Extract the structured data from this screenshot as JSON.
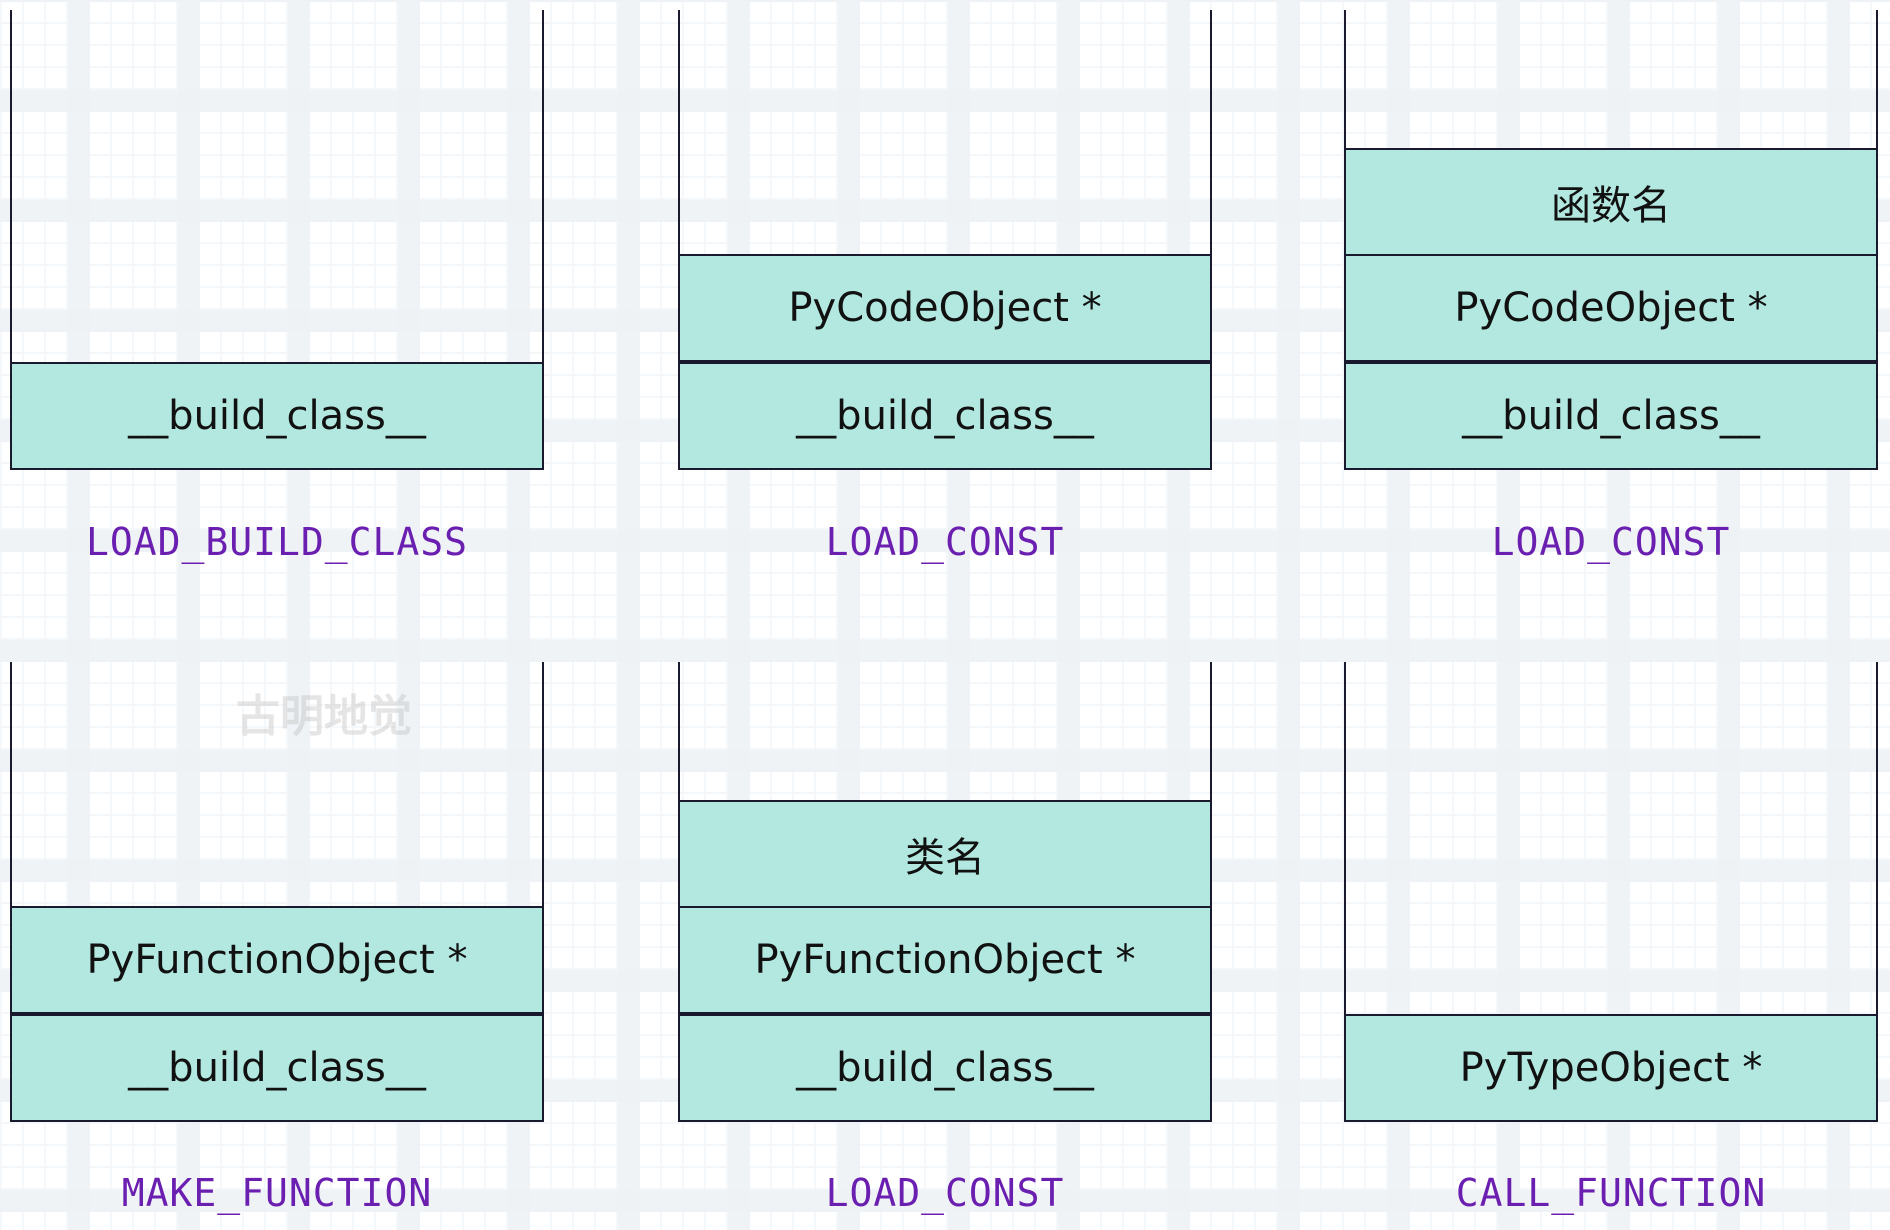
{
  "watermark": "古明地觉",
  "colors": {
    "slot_fill": "#b3e8e0",
    "border": "#1a1a2e",
    "caption": "#6a1fb0"
  },
  "stacks": [
    {
      "caption": "LOAD_BUILD_CLASS",
      "items": [
        "__build_class__"
      ]
    },
    {
      "caption": "LOAD_CONST",
      "items": [
        "__build_class__",
        "PyCodeObject *"
      ]
    },
    {
      "caption": "LOAD_CONST",
      "items": [
        "__build_class__",
        "PyCodeObject *",
        "函数名"
      ]
    },
    {
      "caption": "MAKE_FUNCTION",
      "items": [
        "__build_class__",
        "PyFunctionObject *"
      ]
    },
    {
      "caption": "LOAD_CONST",
      "items": [
        "__build_class__",
        "PyFunctionObject *",
        "类名"
      ]
    },
    {
      "caption": "CALL_FUNCTION",
      "items": [
        "PyTypeObject *"
      ]
    }
  ]
}
